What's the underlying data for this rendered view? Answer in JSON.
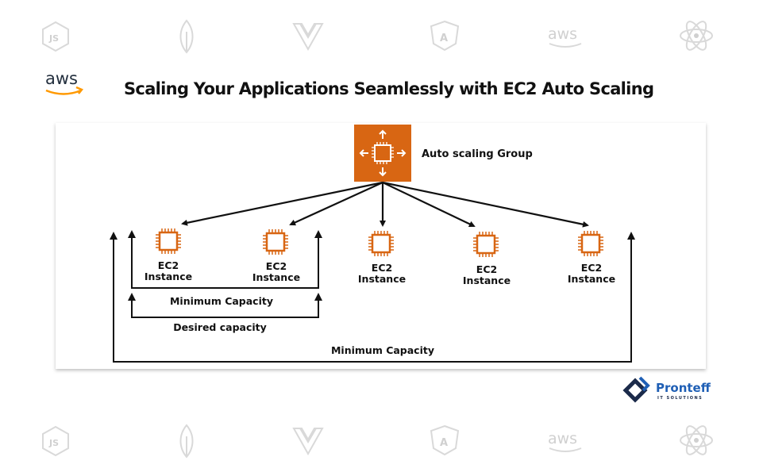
{
  "header": {
    "logo_text": "aws",
    "title": "Scaling Your Applications Seamlessly with EC2 Auto Scaling"
  },
  "background_icons": [
    "javascript-icon",
    "mongodb-leaf-icon",
    "vue-icon",
    "angular-icon",
    "aws-icon",
    "react-icon"
  ],
  "diagram": {
    "group_label": "Auto scaling Group",
    "instances": [
      {
        "line1": "EC2",
        "line2": "Instance"
      },
      {
        "line1": "EC2",
        "line2": "Instance"
      },
      {
        "line1": "EC2",
        "line2": "Instance"
      },
      {
        "line1": "EC2",
        "line2": "Instance"
      },
      {
        "line1": "EC2",
        "line2": "Instance"
      }
    ],
    "inner_label": "Minimum Capacity",
    "desired_label": "Desired capacity",
    "outer_label": "Minimum Capacity",
    "colors": {
      "orange": "#D86613",
      "line": "#111111"
    }
  },
  "brand": {
    "name": "Pronteff",
    "tagline": "IT SOLUTIONS",
    "color": "#1f5fb5"
  }
}
